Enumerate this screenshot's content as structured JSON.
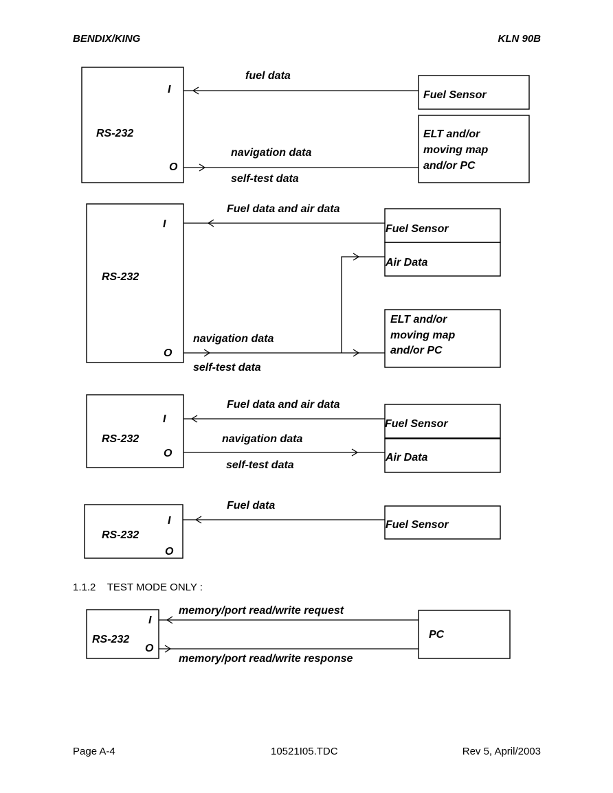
{
  "header": {
    "left": "BENDIX/KING",
    "right": "KLN 90B"
  },
  "diagram1": {
    "device": "RS-232",
    "port_in": "I",
    "port_out": "O",
    "in_label": "fuel data",
    "out_label_above": "navigation data",
    "out_label_below": "self-test data",
    "box_fuel": "Fuel Sensor",
    "box_elt_lines": [
      "ELT and/or",
      "moving map",
      "and/or PC"
    ]
  },
  "diagram2": {
    "device": "RS-232",
    "port_in": "I",
    "port_out": "O",
    "in_label": "Fuel data and air data",
    "out_label_above": "navigation data",
    "out_label_below": "self-test data",
    "box_fuel": "Fuel Sensor",
    "box_air": "Air Data",
    "box_elt_lines": [
      "ELT and/or",
      "moving map",
      "and/or PC"
    ]
  },
  "diagram3": {
    "device": "RS-232",
    "port_in": "I",
    "port_out": "O",
    "in_label": "Fuel data and air data",
    "out_label_above": "navigation data",
    "out_label_below": "self-test data",
    "box_fuel": "Fuel Sensor",
    "box_air": "Air Data"
  },
  "diagram4": {
    "device": "RS-232",
    "port_in": "I",
    "port_out": "O",
    "in_label": "Fuel data",
    "box_fuel": "Fuel Sensor"
  },
  "section": {
    "heading": "1.1.2    TEST MODE ONLY :"
  },
  "diagram5": {
    "device": "RS-232",
    "port_in": "I",
    "port_out": "O",
    "in_label": "memory/port read/write request",
    "out_label": "memory/port read/write response",
    "box_pc": "PC"
  },
  "footer": {
    "page": "Page A-4",
    "doc": "10521I05.TDC",
    "rev": "Rev 5, April/2003"
  }
}
